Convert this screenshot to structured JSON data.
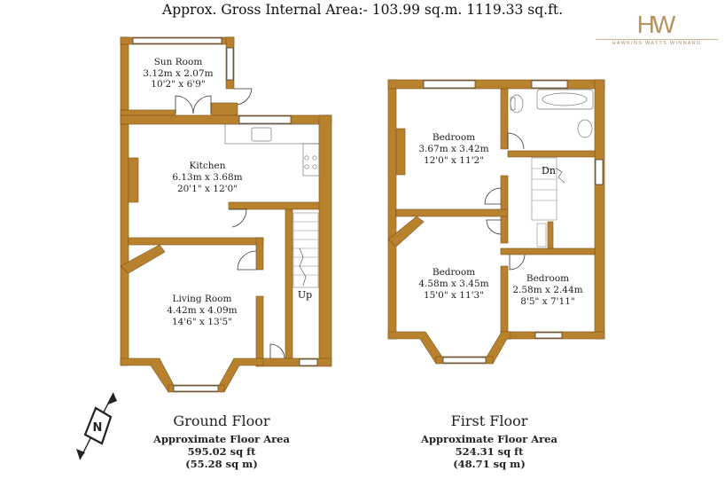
{
  "header": {
    "gross_area": "Approx. Gross Internal Area:- 103.99 sq.m. 1119.33 sq.ft."
  },
  "logo": {
    "mark": "HW",
    "company": "HAWKINS WATTS WINNARD",
    "color": "#b5935e"
  },
  "colors": {
    "wall": "#b8812e",
    "wall_outline": "#7a5418",
    "fixture": "#777777"
  },
  "ground_floor": {
    "title": "Ground Floor",
    "area_label": "Approximate Floor Area",
    "area_sqft": "595.02 sq ft",
    "area_sqm": "(55.28 sq m)",
    "stairs_label": "Up",
    "rooms": [
      {
        "name": "Sun Room",
        "metric": "3.12m x 2.07m",
        "imperial": "10'2\" x 6'9\""
      },
      {
        "name": "Kitchen",
        "metric": "6.13m x 3.68m",
        "imperial": "20'1\" x 12'0\""
      },
      {
        "name": "Living Room",
        "metric": "4.42m x 4.09m",
        "imperial": "14'6\" x 13'5\""
      }
    ]
  },
  "first_floor": {
    "title": "First Floor",
    "area_label": "Approximate Floor Area",
    "area_sqft": "524.31 sq ft",
    "area_sqm": "(48.71 sq m)",
    "stairs_label": "Dn",
    "rooms": [
      {
        "name": "Bedroom",
        "metric": "3.67m x 3.42m",
        "imperial": "12'0\" x 11'2\""
      },
      {
        "name": "Bedroom",
        "metric": "4.58m x 3.45m",
        "imperial": "15'0\" x 11'3\""
      },
      {
        "name": "Bedroom",
        "metric": "2.58m x 2.44m",
        "imperial": "8'5\" x 7'11\""
      }
    ]
  },
  "compass": {
    "label": "N"
  }
}
